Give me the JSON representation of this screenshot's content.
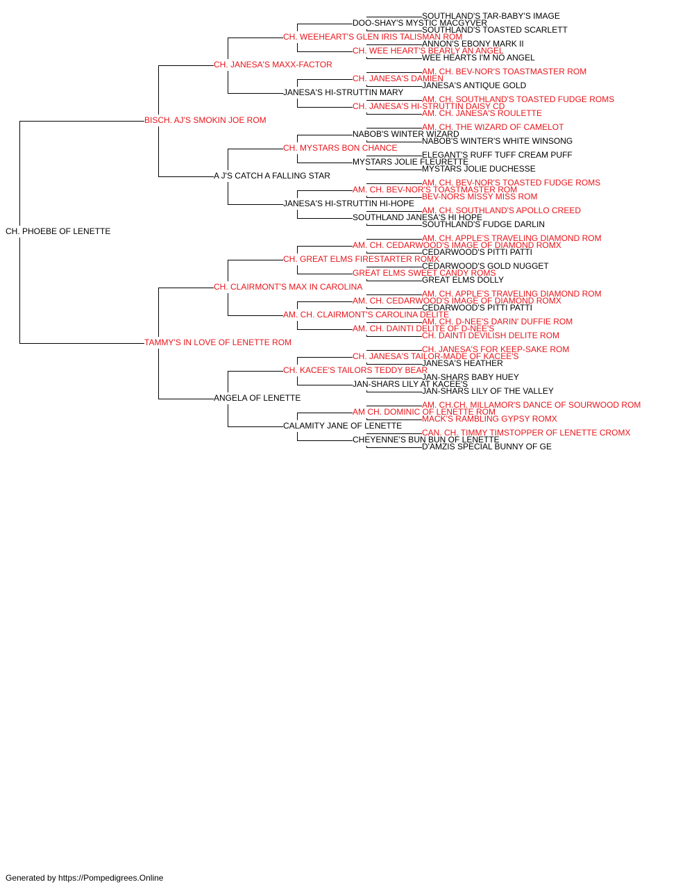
{
  "colors": {
    "champion": "#e8141a",
    "normal": "#000000",
    "line": "#000000"
  },
  "footer": "Generated by https://Pompedigrees.Online",
  "pedigree": {
    "gen1": [
      {
        "name": "CH. PHOEBE OF LENETTE",
        "champ": false
      }
    ],
    "gen2": [
      {
        "name": "BISCH. AJ'S SMOKIN JOE ROM",
        "champ": true
      },
      {
        "name": "TAMMY'S IN LOVE OF LENETTE ROM",
        "champ": true
      }
    ],
    "gen3": [
      {
        "name": "CH. JANESA'S MAXX-FACTOR",
        "champ": true
      },
      {
        "name": "A J'S CATCH A FALLING STAR",
        "champ": false
      },
      {
        "name": "CH. CLAIRMONT'S MAX IN CAROLINA",
        "champ": true
      },
      {
        "name": "ANGELA OF LENETTE",
        "champ": false
      }
    ],
    "gen4": [
      {
        "name": "CH. WEEHEART'S GLEN IRIS TALISMAN ROM",
        "champ": true
      },
      {
        "name": "JANESA'S HI-STRUTTIN MARY",
        "champ": false
      },
      {
        "name": "CH. MYSTARS BON CHANCE",
        "champ": true
      },
      {
        "name": "JANESA'S HI-STRUTTIN HI-HOPE",
        "champ": false
      },
      {
        "name": "CH. GREAT ELMS FIRESTARTER ROMX",
        "champ": true
      },
      {
        "name": "AM. CH. CLAIRMONT'S CAROLINA DELITE",
        "champ": true
      },
      {
        "name": "CH. KACEE'S TAILORS TEDDY BEAR",
        "champ": true
      },
      {
        "name": "CALAMITY JANE OF LENETTE",
        "champ": false
      }
    ],
    "gen5": [
      {
        "name": "DOO-SHAY'S MYSTIC MACGYVER",
        "champ": false
      },
      {
        "name": "CH. WEE HEART'S BEARLY AN ANGEL",
        "champ": true
      },
      {
        "name": "CH. JANESA'S DAMIEN",
        "champ": true
      },
      {
        "name": "CH. JANESA'S HI-STRUTTIN DAISY CD",
        "champ": true
      },
      {
        "name": "NABOB'S WINTER WIZARD",
        "champ": false
      },
      {
        "name": "MYSTARS JOLIE FLEURETTE",
        "champ": false
      },
      {
        "name": "AM. CH. BEV-NOR'S TOASTMASTER ROM",
        "champ": true
      },
      {
        "name": "SOUTHLAND JANESA'S HI HOPE",
        "champ": false
      },
      {
        "name": "AM. CH. CEDARWOOD'S IMAGE OF DIAMOND ROMX",
        "champ": true
      },
      {
        "name": "GREAT ELMS SWEET CANDY ROMS",
        "champ": true
      },
      {
        "name": "AM. CH. CEDARWOOD'S IMAGE OF DIAMOND ROMX",
        "champ": true
      },
      {
        "name": "AM. CH. DAINTI DELITE OF D-NEE'S",
        "champ": true
      },
      {
        "name": "CH. JANESA'S TAILOR-MADE OF KACEE'S",
        "champ": true
      },
      {
        "name": "JAN-SHARS LILY AT KACEE'S",
        "champ": false
      },
      {
        "name": "AM CH. DOMINIC OF LENETTE ROM",
        "champ": true
      },
      {
        "name": "CHEYENNE'S BUN BUN OF LENETTE",
        "champ": false
      }
    ],
    "gen6": [
      {
        "name": "SOUTHLAND'S TAR-BABY'S IMAGE",
        "champ": false
      },
      {
        "name": "SOUTHLAND'S TOASTED SCARLETT",
        "champ": false
      },
      {
        "name": "ANNON'S EBONY MARK II",
        "champ": false
      },
      {
        "name": "WEE HEARTS I'M NO ANGEL",
        "champ": false
      },
      {
        "name": "AM. CH. BEV-NOR'S TOASTMASTER ROM",
        "champ": true
      },
      {
        "name": "JANESA'S ANTIQUE GOLD",
        "champ": false
      },
      {
        "name": "AM. CH. SOUTHLAND'S TOASTED FUDGE ROMS",
        "champ": true
      },
      {
        "name": "AM. CH. JANESA'S ROULETTE",
        "champ": true
      },
      {
        "name": "AM. CH. THE WIZARD OF CAMELOT",
        "champ": true
      },
      {
        "name": "NABOB'S WINTER'S WHITE WINSONG",
        "champ": false
      },
      {
        "name": "ELEGANT'S RUFF TUFF CREAM PUFF",
        "champ": false
      },
      {
        "name": "MYSTARS JOLIE DUCHESSE",
        "champ": false
      },
      {
        "name": "AM. CH. BEV-NOR'S TOASTED FUDGE ROMS",
        "champ": true
      },
      {
        "name": "BEV-NORS MISSY MISS ROM",
        "champ": true
      },
      {
        "name": "AM. CH. SOUTHLAND'S APOLLO CREED",
        "champ": true
      },
      {
        "name": "SOUTHLAND'S FUDGE DARLIN",
        "champ": false
      },
      {
        "name": "AM. CH. APPLE'S TRAVELING DIAMOND ROM",
        "champ": true
      },
      {
        "name": "CEDARWOOD'S PITTI PATTI",
        "champ": false
      },
      {
        "name": "CEDARWOOD'S GOLD NUGGET",
        "champ": false
      },
      {
        "name": "GREAT ELMS DOLLY",
        "champ": false
      },
      {
        "name": "AM. CH. APPLE'S TRAVELING DIAMOND ROM",
        "champ": true
      },
      {
        "name": "CEDARWOOD'S PITTI PATTI",
        "champ": false
      },
      {
        "name": "AM. CH. D-NEE'S DARIN' DUFFIE ROM",
        "champ": true
      },
      {
        "name": "CH. DAINTI DEVILISH DELITE ROM",
        "champ": true
      },
      {
        "name": "CH. JANESA'S FOR KEEP-SAKE ROM",
        "champ": true
      },
      {
        "name": "JANESA'S HEATHER",
        "champ": false
      },
      {
        "name": "JAN-SHARS BABY HUEY",
        "champ": false
      },
      {
        "name": "JAN-SHARS LILY OF THE VALLEY",
        "champ": false
      },
      {
        "name": "AM. CH.CH. MILLAMOR'S DANCE OF SOURWOOD ROM",
        "champ": true
      },
      {
        "name": "MACK'S RAMBLING GYPSY ROMX",
        "champ": true
      },
      {
        "name": "CAN. CH. TIMMY TIMSTOPPER OF LENETTE CROMX",
        "champ": true
      },
      {
        "name": "D'AMZIS SPECIAL BUNNY OF GE",
        "champ": false
      }
    ]
  }
}
